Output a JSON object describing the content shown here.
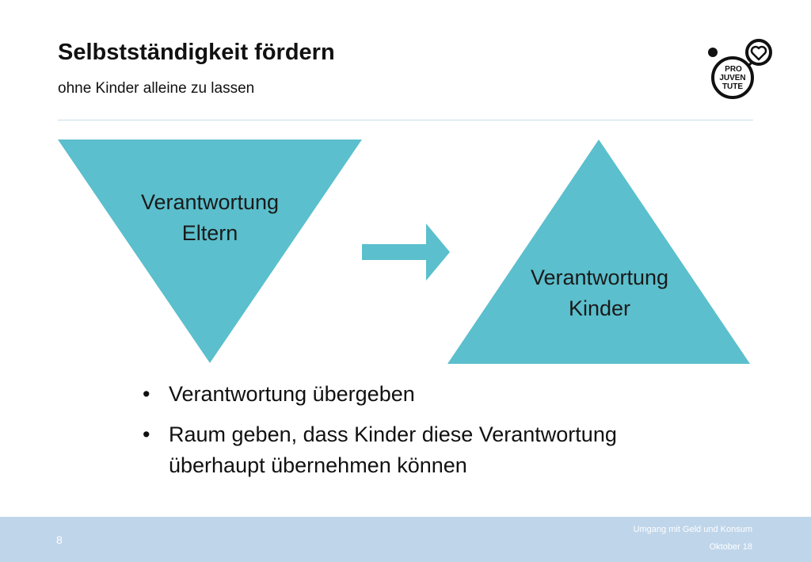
{
  "header": {
    "title": "Selbstständigkeit fördern",
    "subtitle": "ohne Kinder alleine zu lassen"
  },
  "logo": {
    "icon": "pro-juventute-logo",
    "line1": "PRO",
    "line2": "JUVEN",
    "line3": "TUTE"
  },
  "diagram": {
    "left_triangle": {
      "line1": "Verantwortung",
      "line2": "Eltern",
      "direction": "down"
    },
    "arrow": {
      "icon": "arrow-right-icon"
    },
    "right_triangle": {
      "line1": "Verantwortung",
      "line2": "Kinder",
      "direction": "up"
    },
    "accent_color": "#5bbfcd"
  },
  "bullets": [
    {
      "line1": "Verantwortung übergeben",
      "line2": ""
    },
    {
      "line1": "Raum geben, dass Kinder diese Verantwortung",
      "line2": "überhaupt übernehmen können"
    }
  ],
  "footer": {
    "page_number": "8",
    "topic": "Umgang mit Geld und Konsum",
    "date": "Oktober 18",
    "bar_color": "#bfd5ea"
  }
}
